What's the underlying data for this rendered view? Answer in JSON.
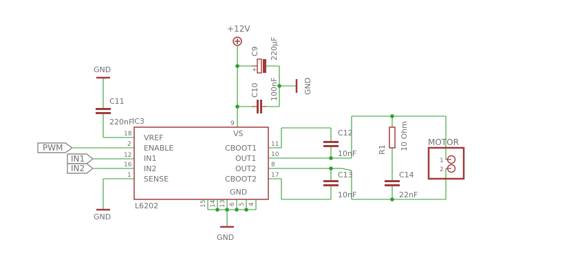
{
  "supply": {
    "label": "+12V"
  },
  "grounds": [
    "GND",
    "GND",
    "GND",
    "GND"
  ],
  "ic": {
    "ref": "IC3",
    "part": "L6202",
    "pins_left": [
      {
        "num": "18",
        "name": "VREF"
      },
      {
        "num": "2",
        "name": "ENABLE"
      },
      {
        "num": "12",
        "name": "IN1"
      },
      {
        "num": "16",
        "name": "IN2"
      },
      {
        "num": "1",
        "name": "SENSE"
      }
    ],
    "pins_right": [
      {
        "num": "11",
        "name": "CBOOT1"
      },
      {
        "num": "10",
        "name": "OUT1"
      },
      {
        "num": "8",
        "name": "OUT2"
      },
      {
        "num": "17",
        "name": "CBOOT2"
      }
    ],
    "pin_top": {
      "num": "9",
      "name": "VS"
    },
    "gnd_label": "GND",
    "pins_bottom": [
      "15",
      "14",
      "13",
      "6",
      "5",
      "4"
    ]
  },
  "components": {
    "c9": {
      "ref": "C9",
      "value": "220µF"
    },
    "c10": {
      "ref": "C10",
      "value": "100nF"
    },
    "c11": {
      "ref": "C11",
      "value": "220nF"
    },
    "c12": {
      "ref": "C12",
      "value": "10nF"
    },
    "c13": {
      "ref": "C13",
      "value": "10nF"
    },
    "r1": {
      "ref": "R1",
      "value": "10 Ohm"
    },
    "c14": {
      "ref": "C14",
      "value": "22nF"
    }
  },
  "inputs": [
    "PWM",
    "IN1",
    "IN2"
  ],
  "motor": {
    "label": "MOTOR",
    "pins": [
      "1",
      "2"
    ]
  },
  "colors": {
    "wire": "#2e9e2e",
    "part": "#a13a3a",
    "text": "#707070"
  }
}
